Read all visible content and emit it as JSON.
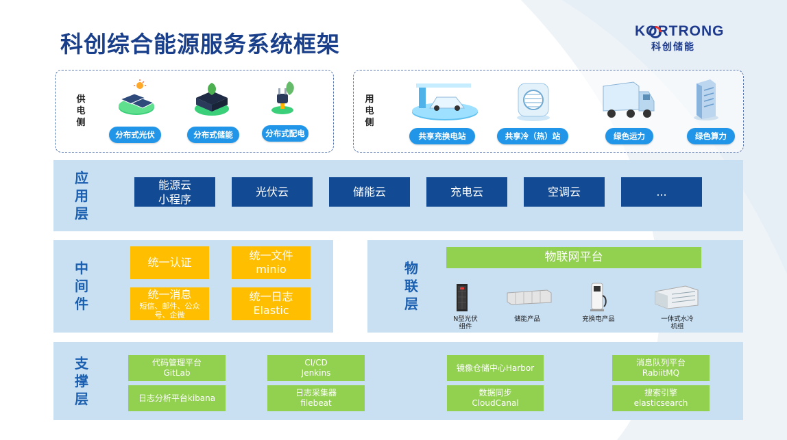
{
  "title": "科创综合能源服务系统框架",
  "logo": {
    "en": "KORTRONG",
    "cn": "科创储能"
  },
  "supply_side": {
    "label": "供电侧",
    "items": [
      {
        "label": "分布式光伏",
        "icon": "solar-panel-icon"
      },
      {
        "label": "分布式储能",
        "icon": "battery-storage-icon"
      },
      {
        "label": "分布式配电",
        "icon": "power-plug-icon"
      }
    ]
  },
  "demand_side": {
    "label": "用电侧",
    "items": [
      {
        "label": "共享充换电站",
        "icon": "charging-station-icon"
      },
      {
        "label": "共享冷（热）站",
        "icon": "hvac-unit-icon"
      },
      {
        "label": "绿色运力",
        "icon": "truck-icon"
      },
      {
        "label": "绿色算力",
        "icon": "server-icon"
      }
    ]
  },
  "application_layer": {
    "label": "应用层",
    "items": [
      "能源云\n小程序",
      "光伏云",
      "储能云",
      "充电云",
      "空调云",
      "..."
    ]
  },
  "middleware_layer": {
    "label": "中间件",
    "items": [
      {
        "main": "统一认证",
        "sub": ""
      },
      {
        "main": "统一文件\nminio",
        "sub": ""
      },
      {
        "main": "统一消息",
        "sub": "短信、邮件、公众号、企微"
      },
      {
        "main": "统一日志\nElastic",
        "sub": ""
      }
    ]
  },
  "iot_layer": {
    "label": "物联层",
    "platform": "物联网平台",
    "devices": [
      {
        "label": "N型光伏\n组件",
        "icon": "pv-module-icon"
      },
      {
        "label": "储能产品",
        "icon": "storage-cabinet-icon"
      },
      {
        "label": "充换电产品",
        "icon": "ev-charger-icon"
      },
      {
        "label": "一体式水冷\n机组",
        "icon": "water-cooling-unit-icon"
      }
    ]
  },
  "support_layer": {
    "label": "支撑层",
    "items": [
      "代码管理平台\nGitLab",
      "日志分析平台kibana",
      "CI/CD\nJenkins",
      "日志采集器\nfilebeat",
      "镜像仓储中心Harbor",
      "数据同步\nCloudCanal",
      "消息队列平台\nRabiitMQ",
      "搜索引擎\nelasticsearch"
    ]
  },
  "colors": {
    "title": "#1a3f8a",
    "band": "#c9dff2",
    "app_box": "#124a94",
    "middleware_box": "#ffbe00",
    "green": "#92d050",
    "pill": "#2196e8"
  }
}
